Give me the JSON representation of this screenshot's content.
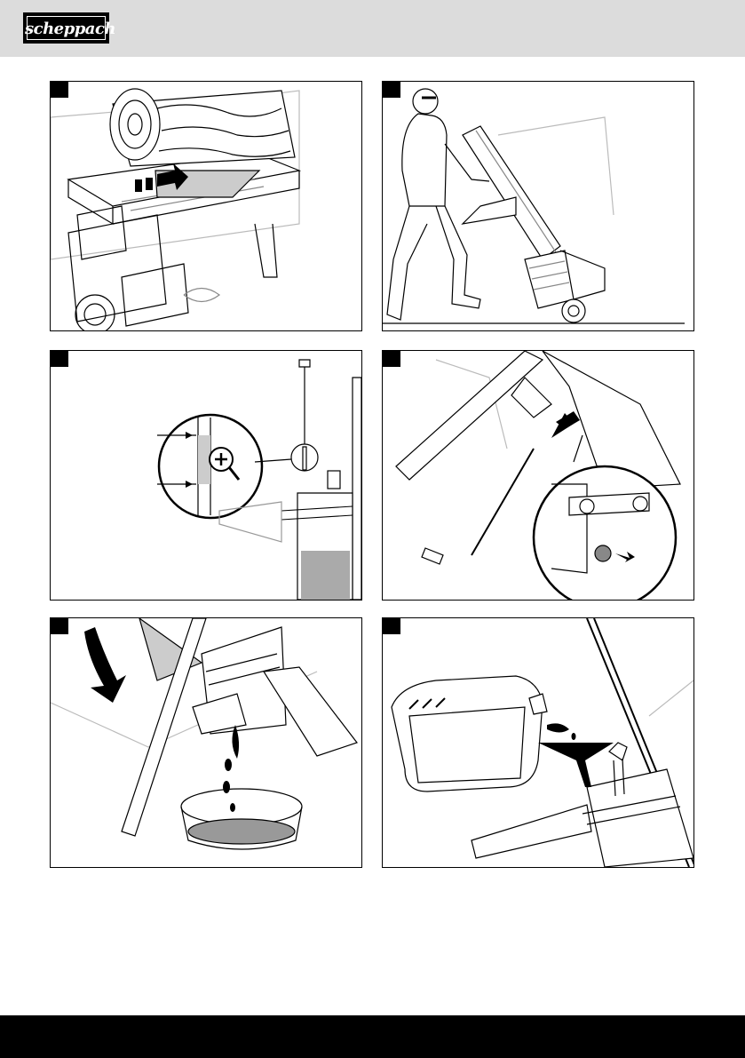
{
  "header": {
    "brand": "scheppach"
  },
  "figures": [
    {
      "id": "fig1",
      "number": ""
    },
    {
      "id": "fig2",
      "number": ""
    },
    {
      "id": "fig3",
      "number": ""
    },
    {
      "id": "fig4",
      "number": ""
    },
    {
      "id": "fig5",
      "number": ""
    },
    {
      "id": "fig6",
      "number": ""
    }
  ],
  "colors": {
    "header_bg": "#dcdcdc",
    "footer_bg": "#000000",
    "logo_bg": "#000000"
  }
}
